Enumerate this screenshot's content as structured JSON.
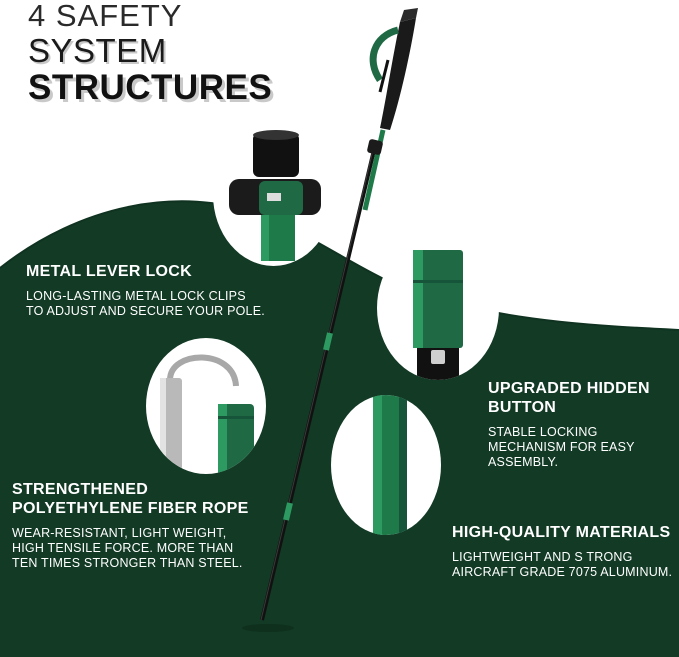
{
  "title": {
    "line1": "4 SAFETY",
    "line2": "SYSTEM",
    "line3": "STRUCTURES"
  },
  "features": [
    {
      "heading": "METAL LEVER LOCK",
      "description": "LONG-LASTING METAL LOCK CLIPS TO ADJUST AND SECURE YOUR POLE."
    },
    {
      "heading": "UPGRADED HIDDEN BUTTON",
      "description": "STABLE LOCKING MECHANISM FOR EASY ASSEMBLY."
    },
    {
      "heading": "STRENGTHENED POLYETHYLENE FIBER ROPE",
      "description": "WEAR-RESISTANT, LIGHT WEIGHT, HIGH TENSILE FORCE. MORE THAN TEN TIMES STRONGER THAN STEEL."
    },
    {
      "heading": "HIGH-QUALITY MATERIALS",
      "description": "LIGHTWEIGHT AND S TRONG AIRCRAFT GRADE 7075 ALUMINUM."
    }
  ],
  "colors": {
    "background": "#ffffff",
    "green_dark": "#123a25",
    "green_panel": "#1a4a31",
    "pole_green": "#1f7a4a"
  }
}
